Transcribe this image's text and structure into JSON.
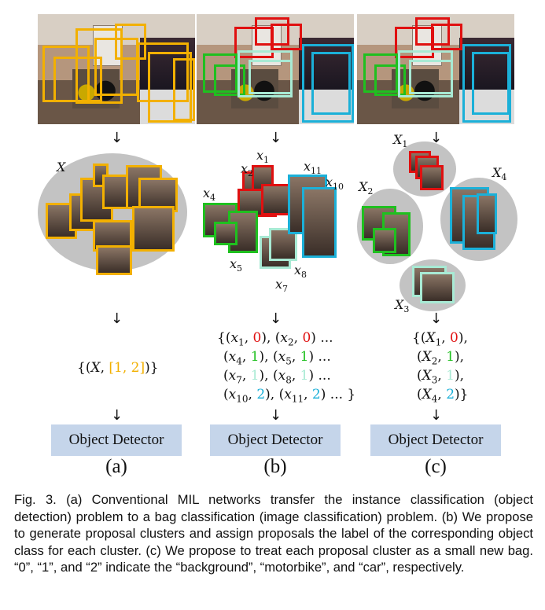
{
  "panels": [
    {
      "id": "a",
      "formula_lines": [
        [
          {
            "t": "{("
          },
          {
            "t": "X",
            "i": true
          },
          {
            "t": ", "
          },
          {
            "t": "[1, 2]",
            "c": "orange"
          },
          {
            "t": ")}"
          }
        ]
      ],
      "detector_label": "Object Detector",
      "sublabel": "(a)",
      "bag_label": "X"
    },
    {
      "id": "b",
      "formula_lines": [
        [
          {
            "t": "{("
          },
          {
            "t": "x",
            "i": true,
            "s": "1"
          },
          {
            "t": ", "
          },
          {
            "t": "0",
            "c": "red"
          },
          {
            "t": "), ("
          },
          {
            "t": "x",
            "i": true,
            "s": "2"
          },
          {
            "t": ", "
          },
          {
            "t": "0",
            "c": "red"
          },
          {
            "t": ") ..."
          }
        ],
        [
          {
            "t": "("
          },
          {
            "t": "x",
            "i": true,
            "s": "4"
          },
          {
            "t": ", "
          },
          {
            "t": "1",
            "c": "green"
          },
          {
            "t": "), ("
          },
          {
            "t": "x",
            "i": true,
            "s": "5"
          },
          {
            "t": ", "
          },
          {
            "t": "1",
            "c": "green"
          },
          {
            "t": ") ..."
          }
        ],
        [
          {
            "t": "("
          },
          {
            "t": "x",
            "i": true,
            "s": "7"
          },
          {
            "t": ", "
          },
          {
            "t": "1",
            "c": "mint"
          },
          {
            "t": "), ("
          },
          {
            "t": "x",
            "i": true,
            "s": "8"
          },
          {
            "t": ", "
          },
          {
            "t": "1",
            "c": "mint"
          },
          {
            "t": ") ..."
          }
        ],
        [
          {
            "t": "("
          },
          {
            "t": "x",
            "i": true,
            "s": "10"
          },
          {
            "t": ", "
          },
          {
            "t": "2",
            "c": "teal"
          },
          {
            "t": "), ("
          },
          {
            "t": "x",
            "i": true,
            "s": "11"
          },
          {
            "t": ", "
          },
          {
            "t": "2",
            "c": "teal"
          },
          {
            "t": ") ... }"
          }
        ]
      ],
      "detector_label": "Object Detector",
      "sublabel": "(b)",
      "instance_labels": [
        "x1",
        "x2",
        "x4",
        "x5",
        "x7",
        "x8",
        "x10",
        "x11"
      ]
    },
    {
      "id": "c",
      "formula_lines": [
        [
          {
            "t": "{("
          },
          {
            "t": "X",
            "i": true,
            "s": "1"
          },
          {
            "t": ", "
          },
          {
            "t": "0",
            "c": "red"
          },
          {
            "t": "),"
          }
        ],
        [
          {
            "t": "("
          },
          {
            "t": "X",
            "i": true,
            "s": "2"
          },
          {
            "t": ", "
          },
          {
            "t": "1",
            "c": "green"
          },
          {
            "t": "),"
          }
        ],
        [
          {
            "t": "("
          },
          {
            "t": "X",
            "i": true,
            "s": "3"
          },
          {
            "t": ", "
          },
          {
            "t": "1",
            "c": "mint"
          },
          {
            "t": "),"
          }
        ],
        [
          {
            "t": "("
          },
          {
            "t": "X",
            "i": true,
            "s": "4"
          },
          {
            "t": ", "
          },
          {
            "t": "2",
            "c": "teal"
          },
          {
            "t": ")}"
          }
        ]
      ],
      "detector_label": "Object Detector",
      "sublabel": "(c)",
      "bag_labels": [
        "X1",
        "X2",
        "X3",
        "X4"
      ]
    }
  ],
  "colors": {
    "background_class": "#e01010",
    "motorbike_class": "#1fc01f",
    "motorbike_class_light": "#a8ead4",
    "car_class": "#1bb0d8",
    "conventional_box": "#f2b000",
    "bag_ellipse": "#c3c3c3",
    "detector_fill": "#c5d5ea"
  },
  "arrow_glyph": "↓",
  "caption": "Fig. 3. (a) Conventional MIL networks transfer the instance classification (object detection) problem to a bag classification (image classification) problem. (b) We propose to generate proposal clusters and assign proposals the label of the corresponding object class for each cluster. (c) We propose to treat each proposal cluster as a small new bag. “0”, “1”, and “2” indicate the “background”, “motorbike”, and “car”, respectively."
}
